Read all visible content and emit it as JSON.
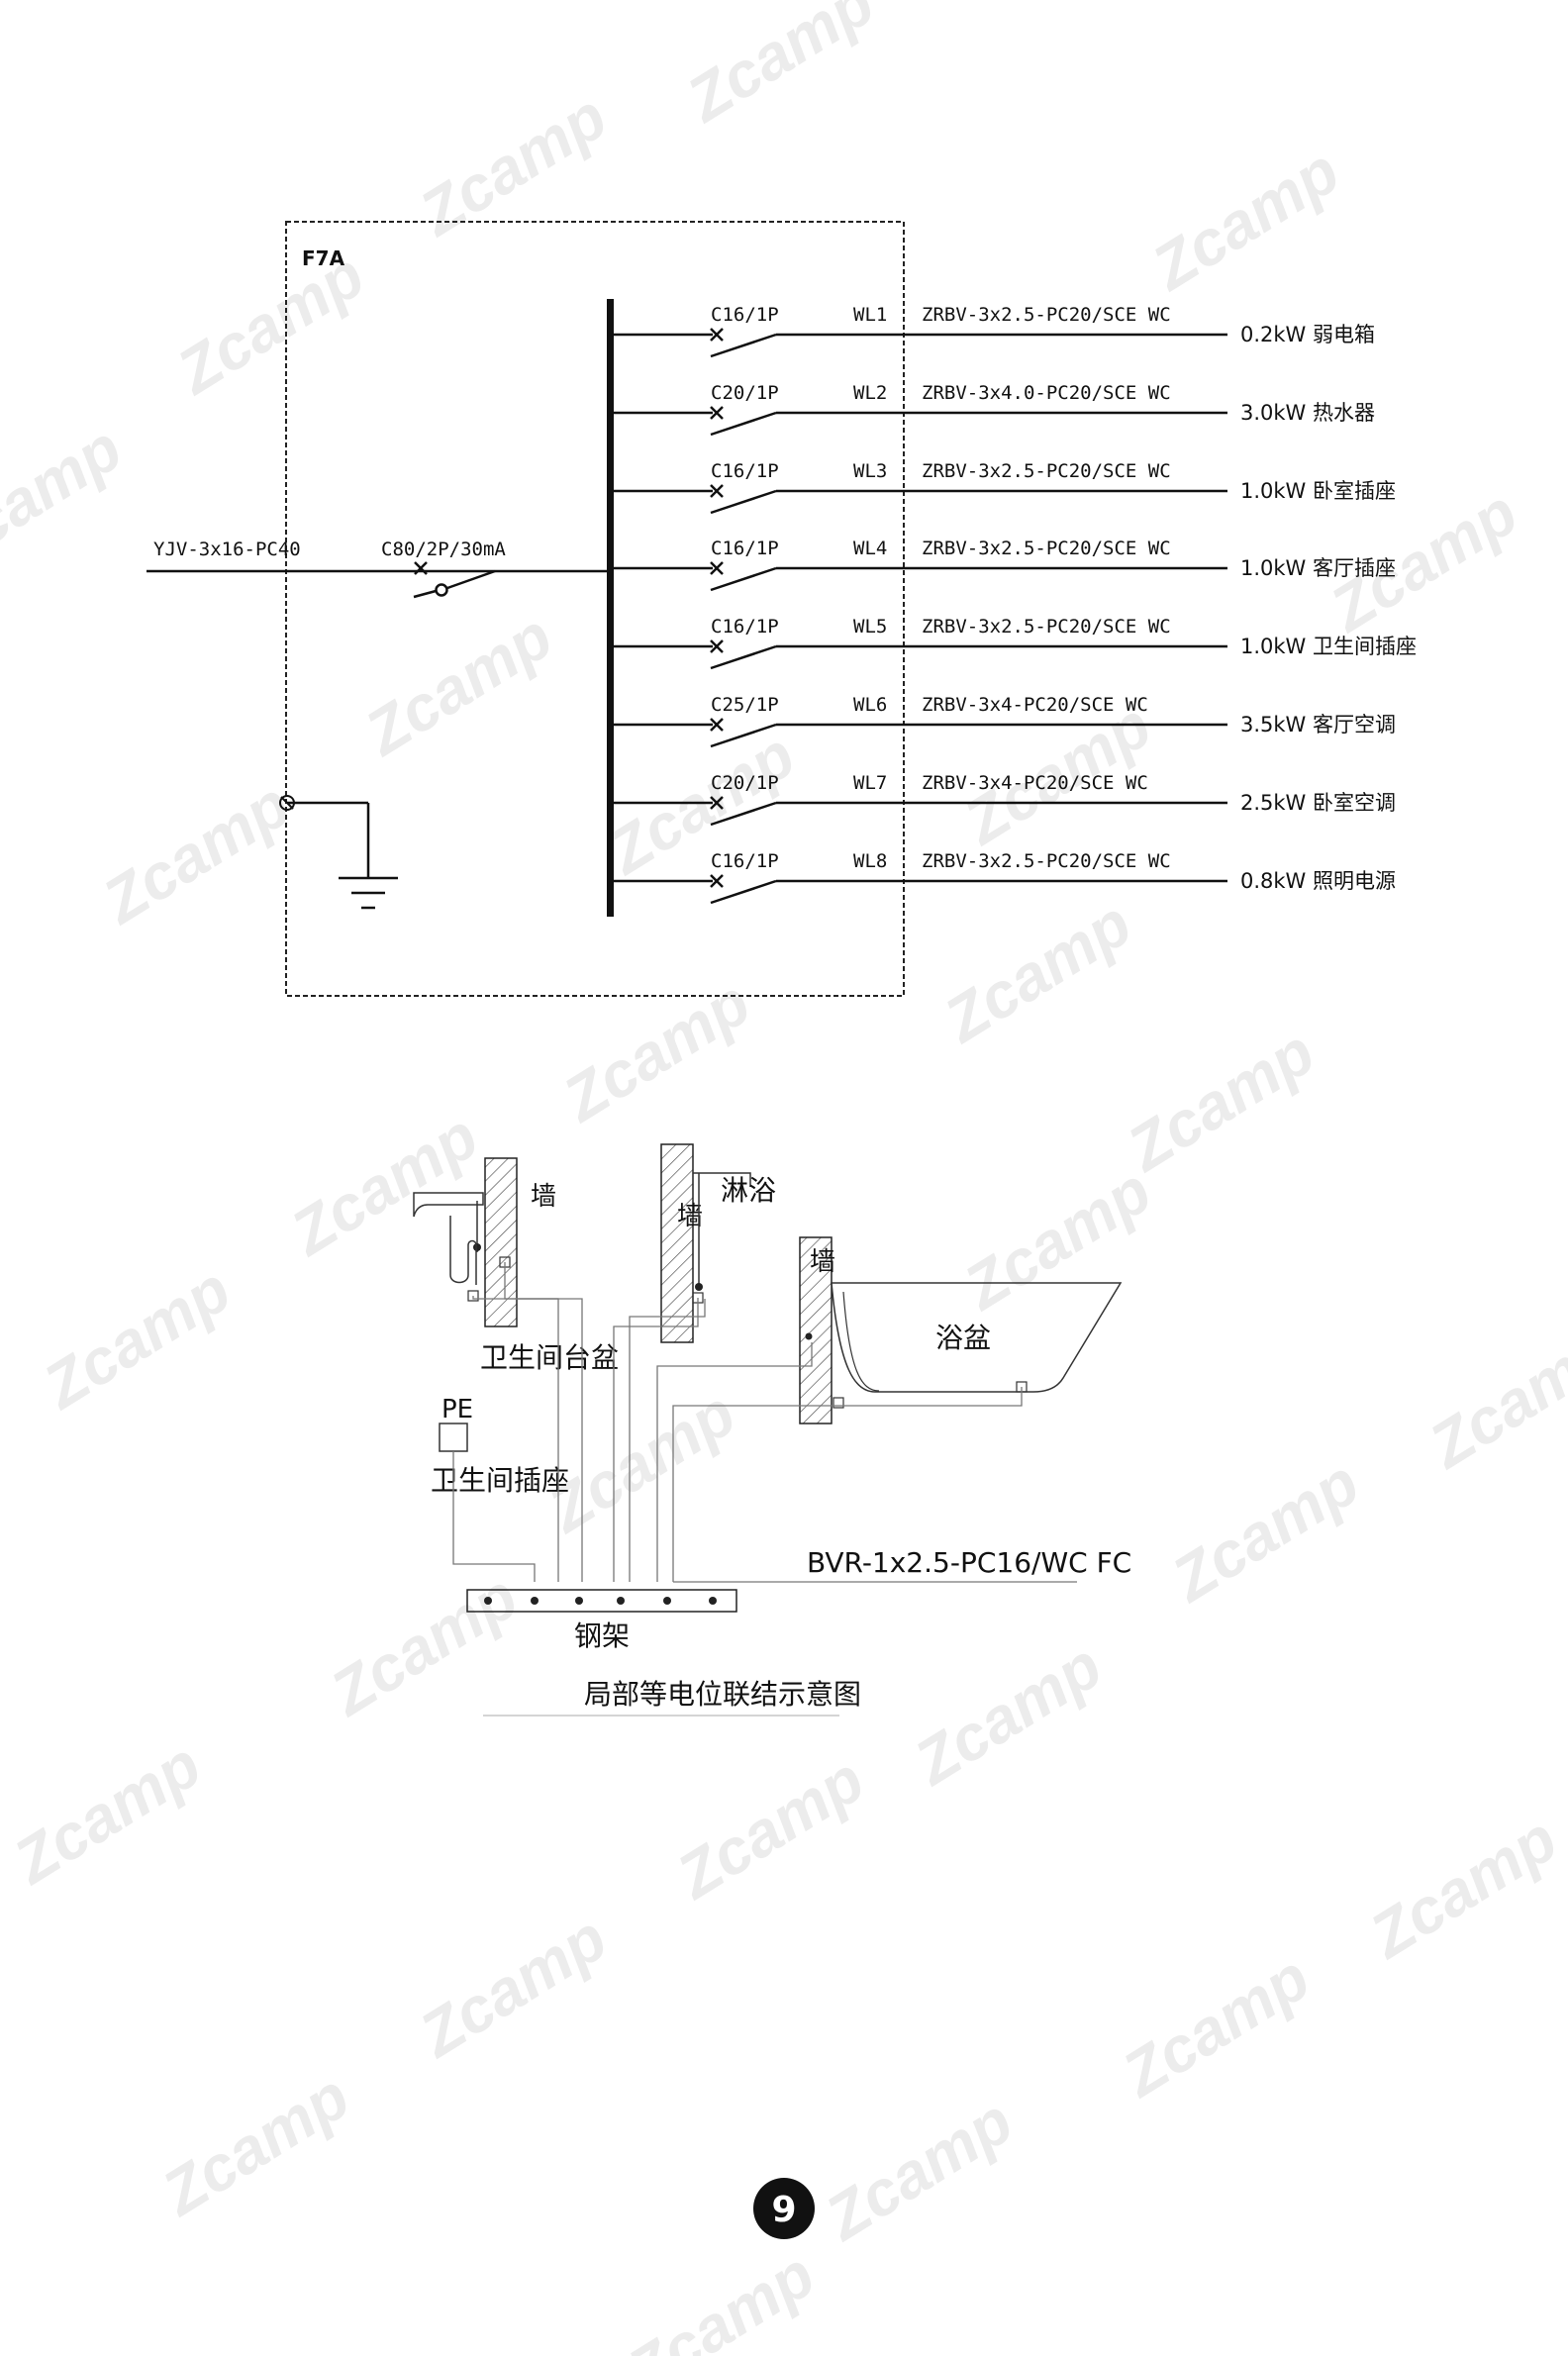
{
  "panel": {
    "label": "F7A",
    "incoming_cable": "YJV-3x16-PC40",
    "main_breaker": "C80/2P/30mA",
    "circuits": [
      {
        "breaker": "C16/1P",
        "id": "WL1",
        "cable": "ZRBV-3x2.5-PC20/SCE WC",
        "load": "0.2kW 弱电箱"
      },
      {
        "breaker": "C20/1P",
        "id": "WL2",
        "cable": "ZRBV-3x4.0-PC20/SCE WC",
        "load": "3.0kW 热水器"
      },
      {
        "breaker": "C16/1P",
        "id": "WL3",
        "cable": "ZRBV-3x2.5-PC20/SCE WC",
        "load": "1.0kW 卧室插座"
      },
      {
        "breaker": "C16/1P",
        "id": "WL4",
        "cable": "ZRBV-3x2.5-PC20/SCE WC",
        "load": "1.0kW 客厅插座"
      },
      {
        "breaker": "C16/1P",
        "id": "WL5",
        "cable": "ZRBV-3x2.5-PC20/SCE WC",
        "load": "1.0kW 卫生间插座"
      },
      {
        "breaker": "C25/1P",
        "id": "WL6",
        "cable": "ZRBV-3x4-PC20/SCE WC",
        "load": "3.5kW 客厅空调"
      },
      {
        "breaker": "C20/1P",
        "id": "WL7",
        "cable": "ZRBV-3x4-PC20/SCE WC",
        "load": "2.5kW 卧室空调"
      },
      {
        "breaker": "C16/1P",
        "id": "WL8",
        "cable": "ZRBV-3x2.5-PC20/SCE WC",
        "load": "0.8kW 照明电源"
      }
    ]
  },
  "bonding": {
    "wall_1": "墙",
    "wall_2": "墙",
    "wall_3": "墙",
    "shower": "淋浴",
    "bathtub": "浴盆",
    "basin": "卫生间台盆",
    "pe": "PE",
    "socket": "卫生间插座",
    "cable": "BVR-1x2.5-PC16/WC FC",
    "steel": "钢架",
    "title": "局部等电位联结示意图"
  },
  "page_number": "9",
  "watermark": "Zcamp"
}
